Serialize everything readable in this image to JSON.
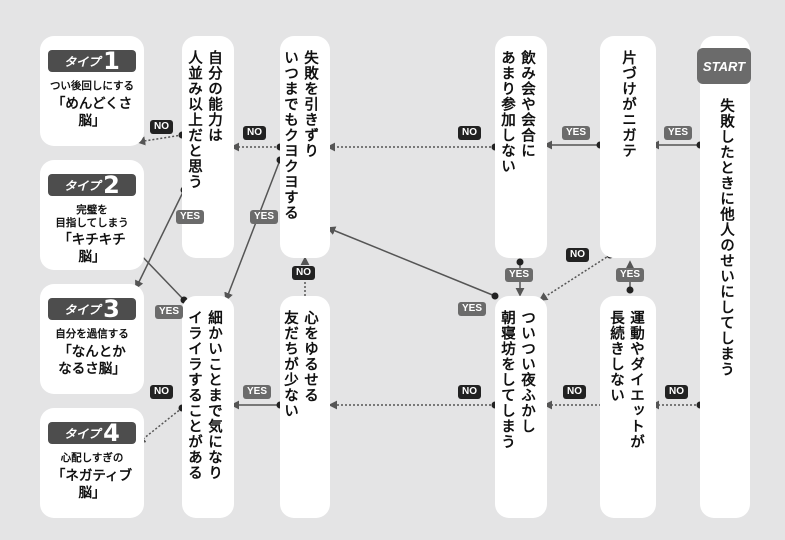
{
  "start_label": "START",
  "questions": {
    "q_start": "失敗したときに他人のせいにしてしまう",
    "q_katazuke": "片づけがニガテ",
    "q_nomikai": "飲み会や会合に\nあまり参加しない",
    "q_shippai": "失敗を引きずり\nいつまでもクヨクヨする",
    "q_nouryoku": "自分の能力は\n人並み以上だと思う",
    "q_undou": "運動やダイエットが\n長続きしない",
    "q_yofukashi": "ついつい夜ふかし\n朝寝坊をしてしまう",
    "q_kokoro": "心をゆるせる\n友だちが少ない",
    "q_komakai": "細かいことまで気になり\nイライラすることがある"
  },
  "types": [
    {
      "tag": "タイプ",
      "num": "1",
      "desc": "つい後回しにする",
      "name": "「めんどくさ\n脳」"
    },
    {
      "tag": "タイプ",
      "num": "2",
      "desc": "完璧を\n目指してしまう",
      "name": "「キチキチ\n脳」"
    },
    {
      "tag": "タイプ",
      "num": "3",
      "desc": "自分を過信する",
      "name": "「なんとか\nなるさ脳」"
    },
    {
      "tag": "タイプ",
      "num": "4",
      "desc": "心配しすぎの",
      "name": "「ネガティブ\n脳」"
    }
  ],
  "answers": {
    "yes": "YES",
    "no": "NO"
  },
  "colors": {
    "background": "#e4e4e5",
    "box": "#ffffff",
    "yes_badge": "#6b6b6b",
    "no_badge": "#222222",
    "tag": "#4d4d4d"
  }
}
